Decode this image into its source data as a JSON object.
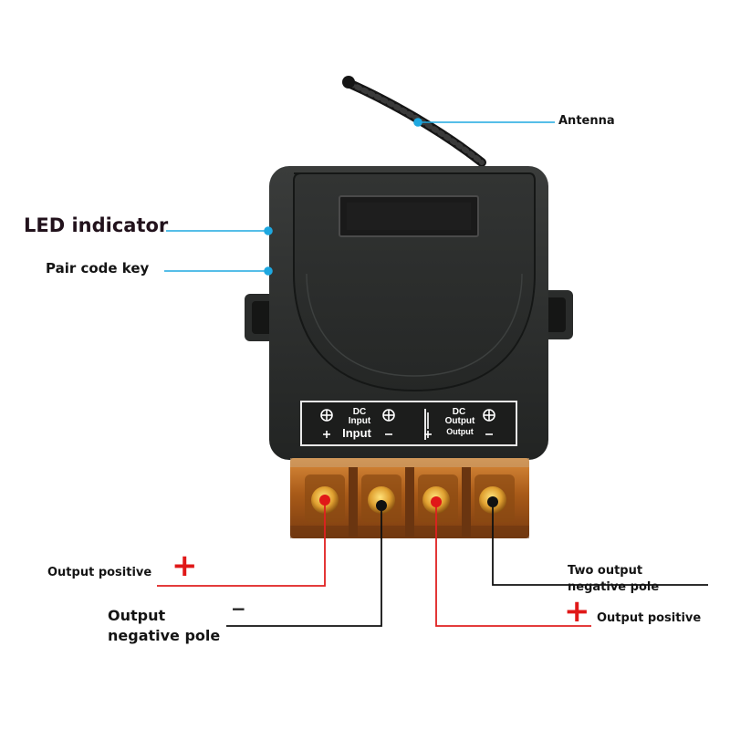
{
  "labels": {
    "antenna": "Antenna",
    "led_indicator": "LED indicator",
    "pair_code_key": "Pair code key",
    "output_positive_left": "Output positive",
    "output_negative_pole_line1": "Output",
    "output_negative_pole_line2": "negative pole",
    "two_output_line1": "Two output",
    "two_output_line2": "negative pole",
    "output_positive_right": "Output positive"
  },
  "signs": {
    "plus": "+",
    "minus": "−"
  },
  "terminal_panel": {
    "dc_left": "DC",
    "input_small": "Input",
    "input_large": "Input",
    "dc_right": "DC",
    "output_small": "Output",
    "output_large": "Output"
  },
  "colors": {
    "pointer_line": "#1ea8e0",
    "positive_wire": "#e02020",
    "negative_wire": "#111111",
    "housing": "#2a2c2b",
    "terminal_block": "#b5651d"
  },
  "icons": [
    "antenna-coil-icon",
    "led-window-icon",
    "terminal-screw-icon"
  ]
}
